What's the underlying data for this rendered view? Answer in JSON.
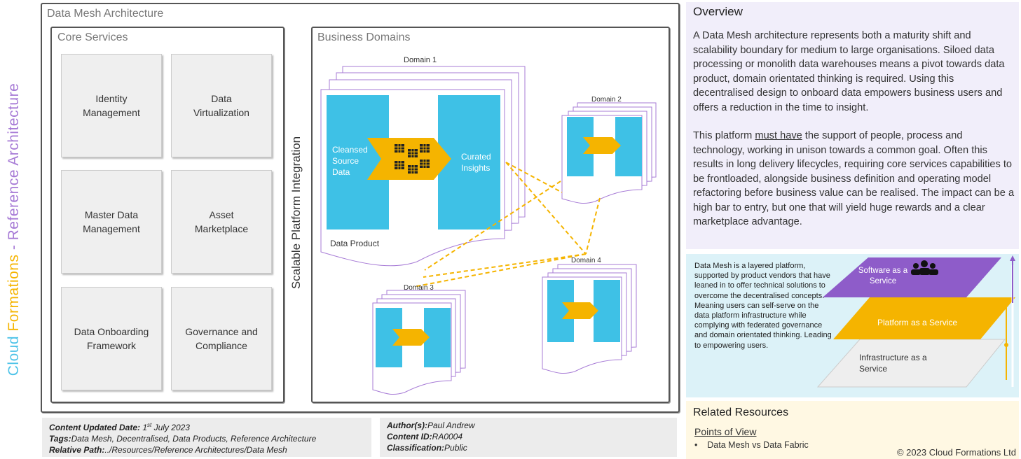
{
  "side_title": {
    "cloud": "Cloud",
    "formations": "Formations",
    "rest": " - Reference Architecture"
  },
  "main": {
    "title": "Data Mesh Architecture",
    "core_services": {
      "title": "Core Services",
      "items": [
        "Identity\nManagement",
        "Data\nVirtualization",
        "Master Data\nManagement",
        "Asset\nMarketplace",
        "Data Onboarding\nFramework",
        "Governance and\nCompliance"
      ]
    },
    "integration_label": "Scalable Platform Integration",
    "business_domains": {
      "title": "Business Domains",
      "domain1": "Domain 1",
      "domain2": "Domain 2",
      "domain3": "Domain 3",
      "domain4": "Domain 4",
      "source_label": "Cleansed\nSource\nData",
      "curated_label": "Curated\nInsights",
      "product_label": "Data Product"
    }
  },
  "meta": {
    "updated_label": "Content Updated Date:",
    "updated_day": "1",
    "updated_sup": "st",
    "updated_rest": " July 2023",
    "tags_label": "Tags:",
    "tags": "Data Mesh, Decentralised, Data Products, Reference Architecture",
    "path_label": "Relative Path:",
    "path": "../Resources/Reference Architectures/Data Mesh",
    "author_label": "Author(s):",
    "author": "Paul Andrew",
    "content_id_label": "Content ID:",
    "content_id": "RA0004",
    "classification_label": "Classification:",
    "classification": "Public"
  },
  "overview": {
    "title": "Overview",
    "para1": "A Data Mesh architecture represents both a maturity shift and scalability boundary for medium to large organisations. Siloed data processing or monolith data warehouses means a pivot towards data product, domain orientated thinking is required. Using this decentralised design to onboard data empowers business users and offers a reduction in the time to insight.",
    "para2_before": "This platform ",
    "para2_emph": "must have",
    "para2_after": " the support of people, process and technology, working in unison towards a common goal. Often this results in long delivery lifecycles, requiring core services capabilities to be frontloaded, alongside business definition and operating model refactoring before business value can be realised. The impact can be a high bar to entry, but one that will yield huge rewards and a clear marketplace advantage."
  },
  "layers": {
    "description": "Data Mesh is a layered platform, supported by product vendors that have leaned in to offer technical solutions to overcome the decentralised concepts. Meaning users can self-serve on the data platform infrastructure while complying with federated governance and domain orientated thinking. Leading to empowering users.",
    "saas": "Software as a\nService",
    "paas": "Platform as a Service",
    "iaas": "Infrastructure as a\nService",
    "colors": {
      "saas": "#8e5cc9",
      "paas": "#f5b400",
      "iaas": "#eeeeee"
    }
  },
  "related": {
    "title": "Related Resources",
    "subtitle": "Points of View",
    "items": [
      "Data Mesh vs Data Fabric"
    ]
  },
  "copyright": "© 2023 Cloud Formations Ltd",
  "colors": {
    "blue": "#3ec1e6",
    "yellow": "#f5b400",
    "purple": "#a77bd6"
  }
}
